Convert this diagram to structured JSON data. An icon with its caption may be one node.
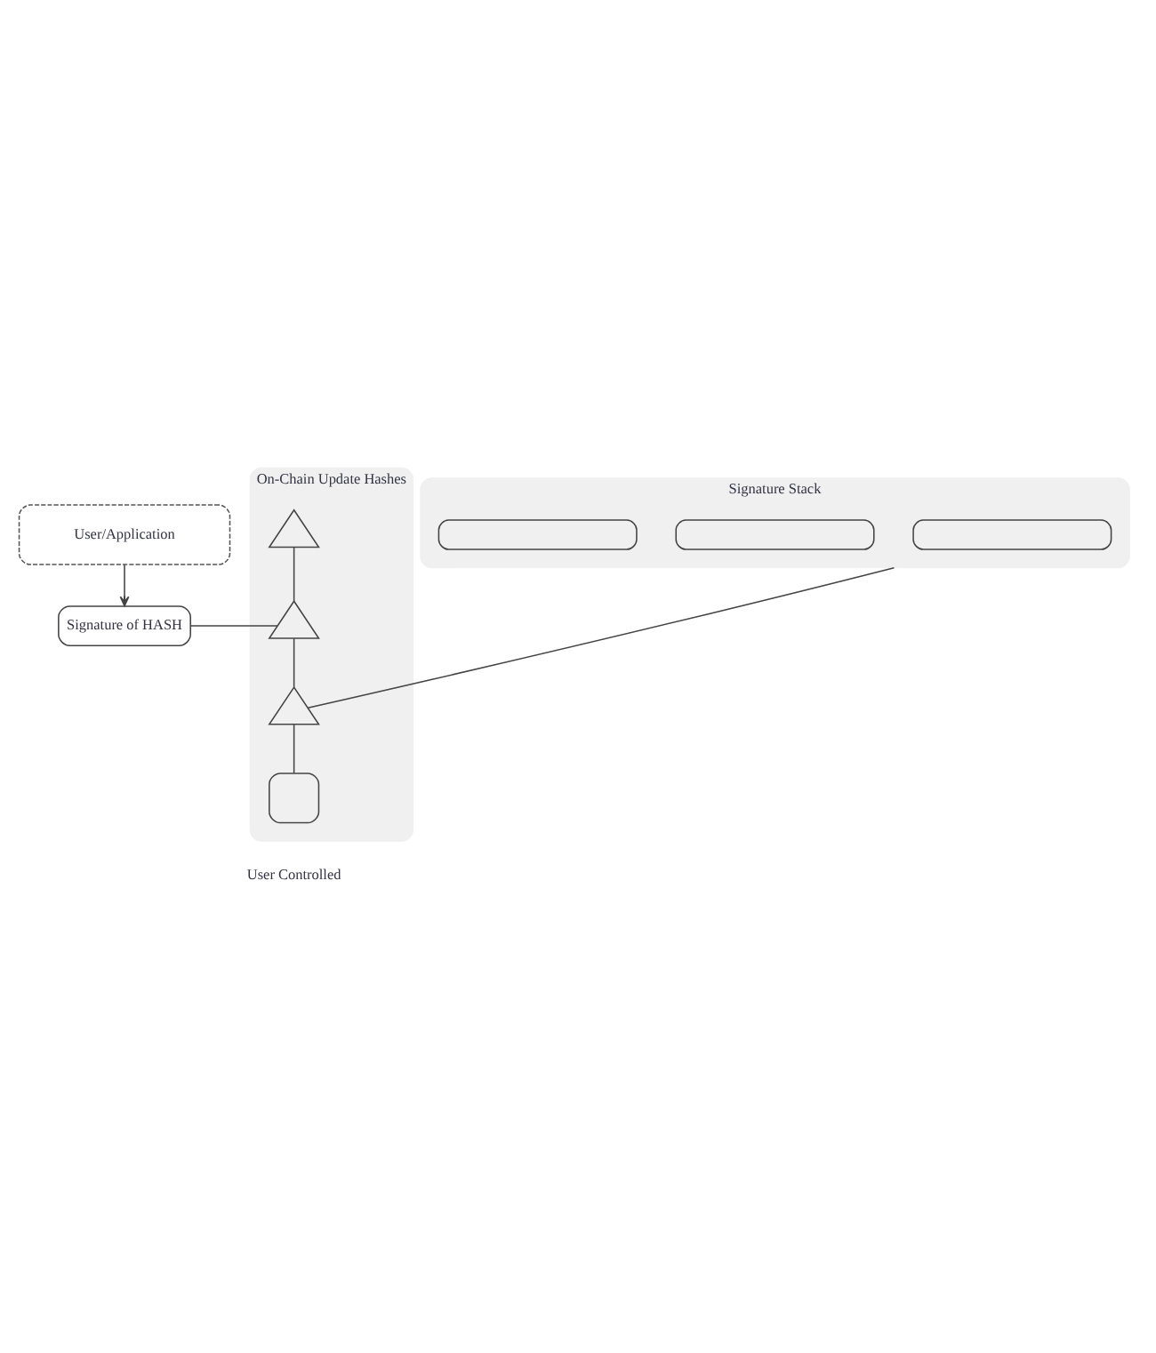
{
  "diagram": {
    "nodes": [
      {
        "text": [
          "User/Application"
        ]
      },
      {
        "text": [
          "On-Chain Update Hashes"
        ]
      },
      {
        "text": [],
        "shape": "triangle",
        "in": 1
      },
      {
        "text": [],
        "shape": "triangle",
        "in": 1
      },
      {
        "text": [],
        "shape": "triangle",
        "in": 1
      },
      {
        "text": [],
        "shape": "box",
        "in": 1
      },
      {
        "text": [
          "Signature of HASH"
        ]
      },
      {
        "text": [
          "Signature Stack"
        ]
      },
      {
        "text": [],
        "shape": "box",
        "in": 7
      },
      {
        "text": [],
        "shape": "box",
        "in": 7
      },
      {
        "text": [],
        "shape": "box",
        "in": 7
      }
    ],
    "edges": [
      {
        "from": 0,
        "to": 6,
        "arrow": "to"
      },
      {
        "from": 3,
        "to": 2,
        "arrow": "none"
      },
      {
        "from": 4,
        "to": 3,
        "arrow": "none"
      },
      {
        "from": 5,
        "to": 4,
        "arrow": "none"
      },
      {
        "from": 3,
        "to": 6,
        "arrow": "none"
      },
      {
        "from": 4,
        "to": 7,
        "arrow": "none"
      }
    ],
    "labels": [
      "User Controlled"
    ]
  }
}
